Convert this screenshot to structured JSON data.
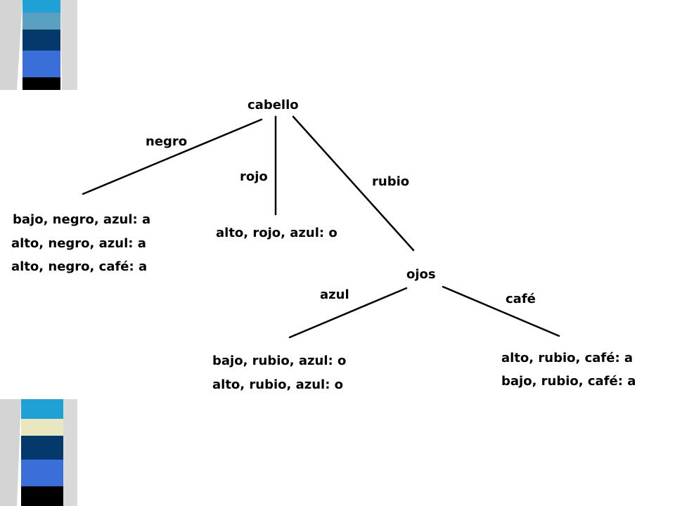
{
  "colors": {
    "bar1": "#1fa1d6",
    "bar2": "#5aa0c0",
    "bar3": "#05386b",
    "bar4": "#3a6ed8",
    "bar5": "#000000",
    "bar_pale": "#e9e7c0",
    "shadow": "#bfbfbf"
  },
  "tree": {
    "root": "cabello",
    "branches": {
      "negro": "negro",
      "rojo": "rojo",
      "rubio": "rubio",
      "azul": "azul",
      "cafe": "café"
    },
    "ojos": "ojos",
    "leaves": {
      "negro": [
        "bajo, negro, azul: a",
        "alto, negro, azul: a",
        "alto, negro, café: a"
      ],
      "rojo": [
        "alto, rojo, azul: o"
      ],
      "azul": [
        "bajo, rubio, azul: o",
        "alto, rubio, azul: o"
      ],
      "cafe": [
        "alto, rubio, café: a",
        "bajo, rubio, café: a"
      ]
    }
  }
}
